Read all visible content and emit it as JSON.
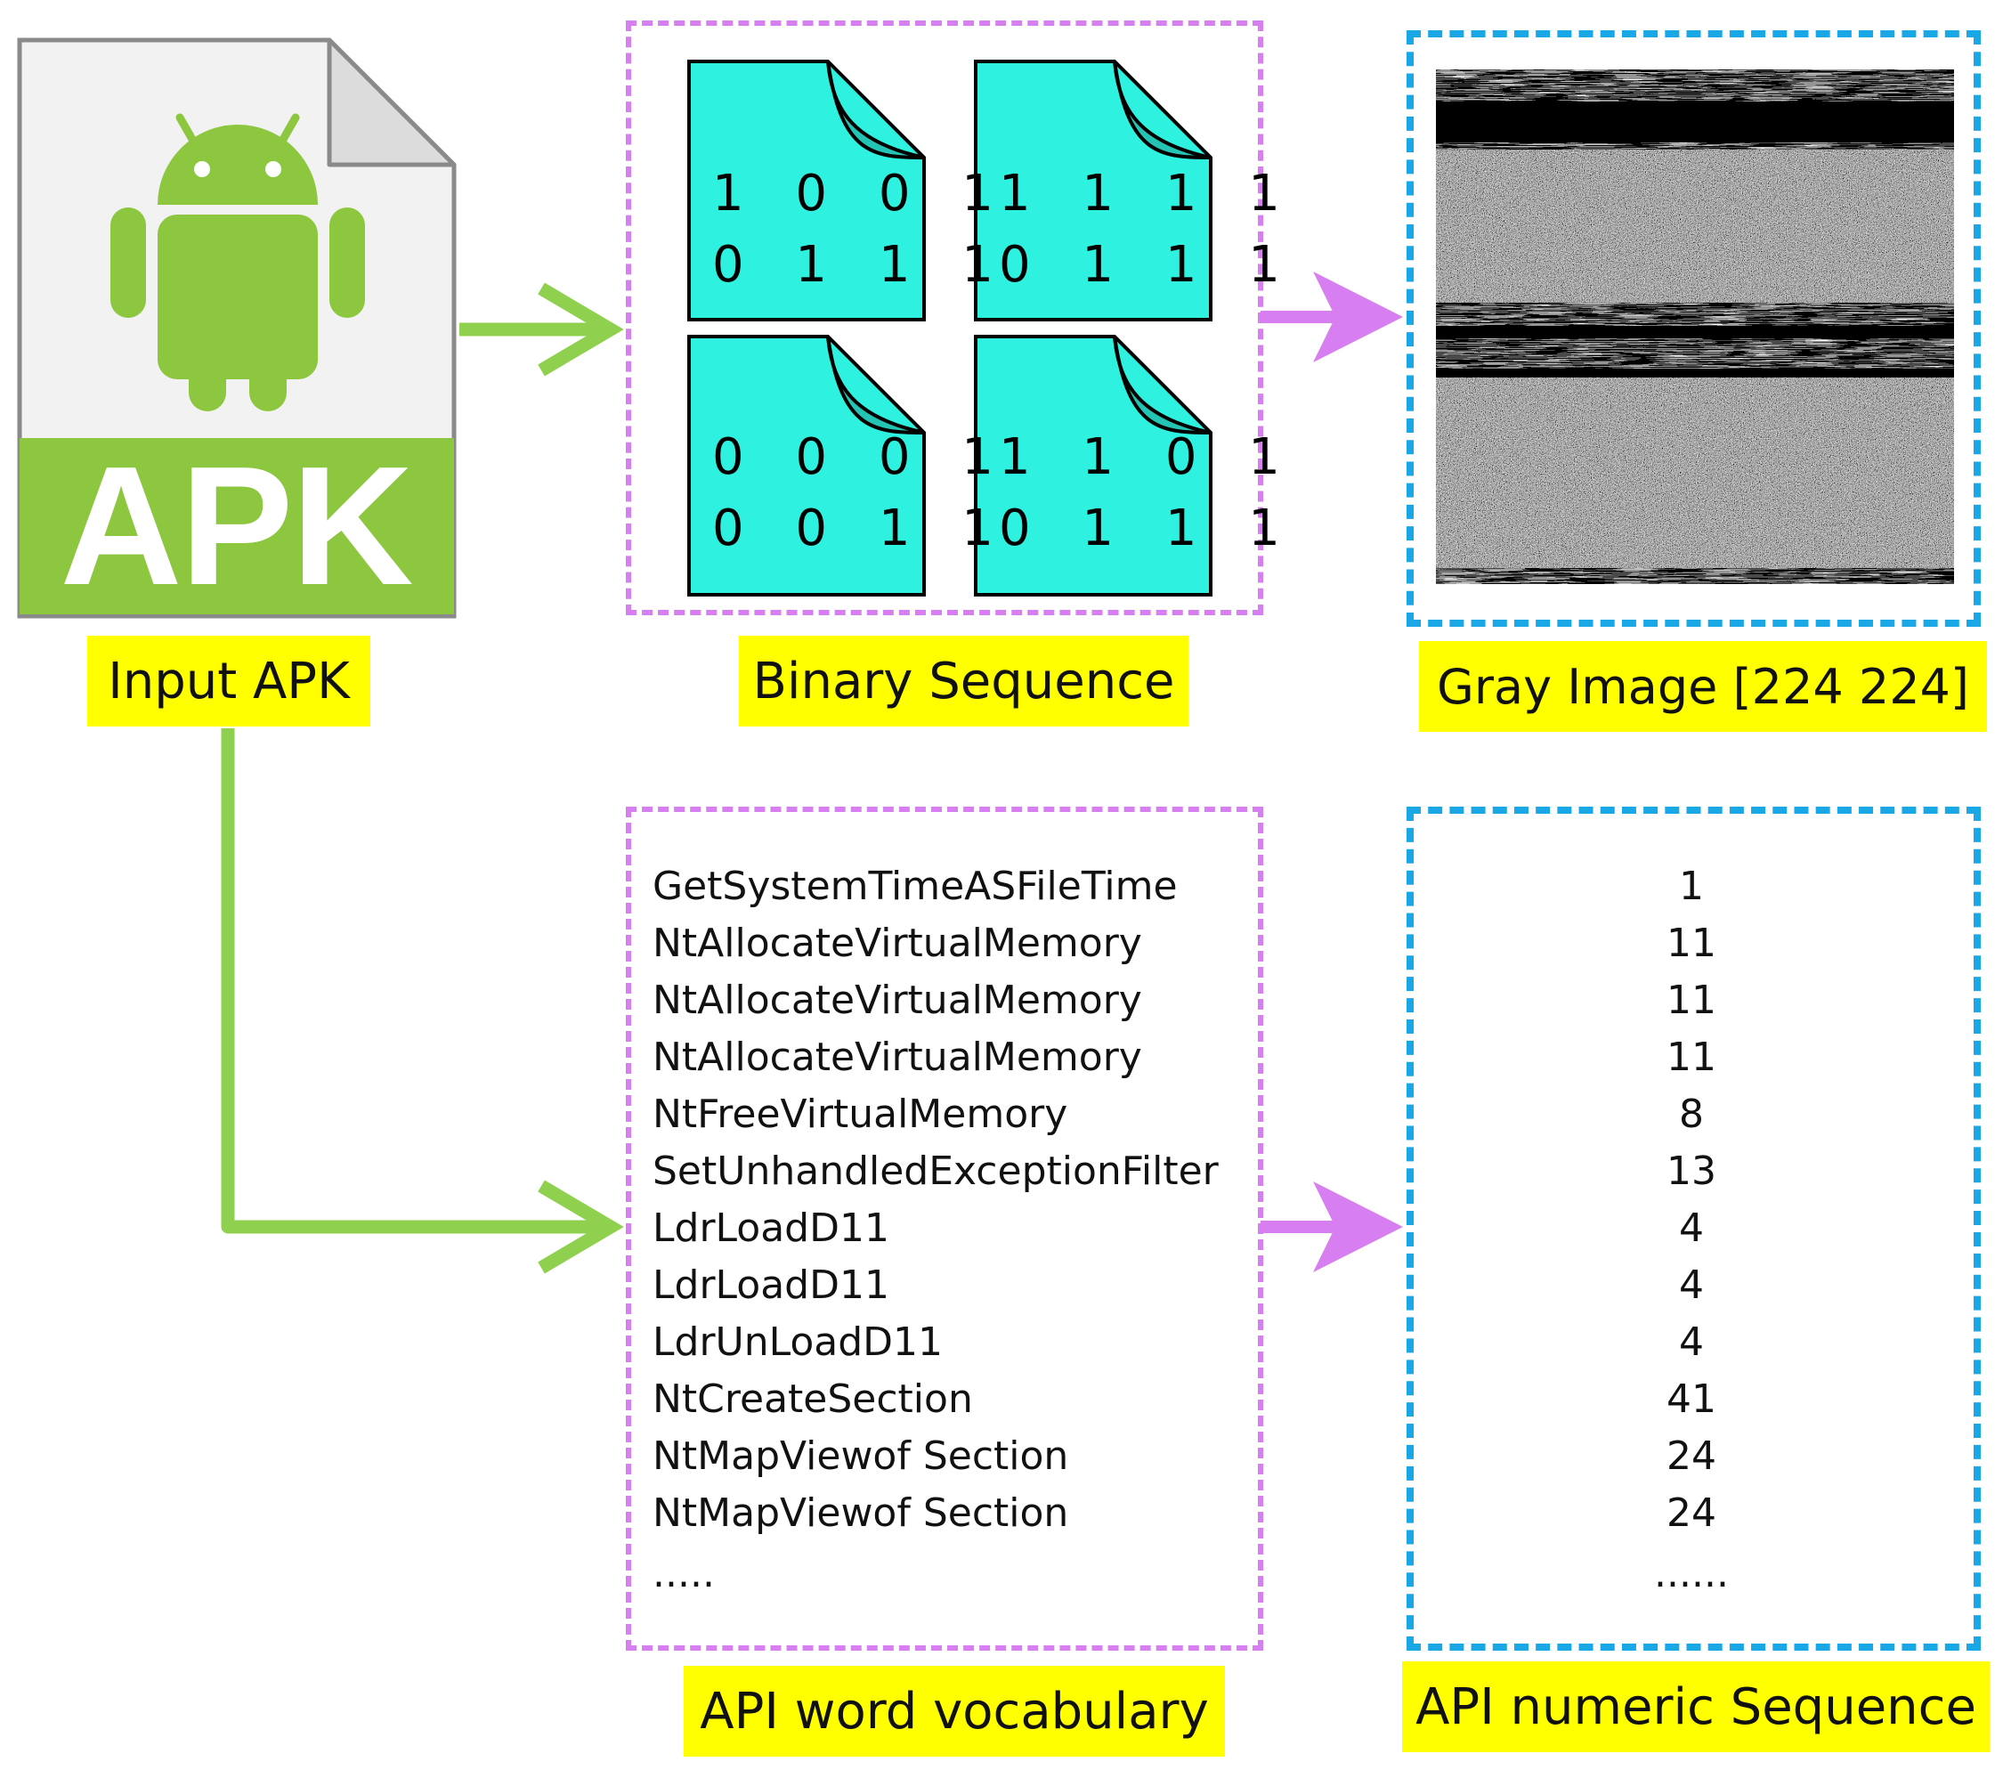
{
  "apk_icon": {
    "badge_text": "APK",
    "colors": {
      "android_green": "#8dc63f",
      "page": "#f2f2f2",
      "outline": "#8a8a8a"
    }
  },
  "labels": {
    "input_apk": "Input APK",
    "binary_sequence": "Binary Sequence",
    "gray_image": "Gray Image [224 224]",
    "api_vocabulary": "API word vocabulary",
    "api_numeric": "API numeric Sequence"
  },
  "binary_files": [
    {
      "line1": "1 0 0 1",
      "line2": "0 1 1 1"
    },
    {
      "line1": "1 1 1 1",
      "line2": "0 1 1 1"
    },
    {
      "line1": "0 0 0 1",
      "line2": "0 0 1 1"
    },
    {
      "line1": "1 1 0 1",
      "line2": "0 1 1 1"
    }
  ],
  "api_words": [
    "GetSystemTimeASFileTime",
    "NtAllocateVirtualMemory",
    "NtAllocateVirtualMemory",
    "NtAllocateVirtualMemory",
    "NtFreeVirtualMemory",
    "SetUnhandledExceptionFilter",
    "LdrLoadD11",
    "LdrLoadD11",
    "LdrUnLoadD11",
    "NtCreateSection",
    "NtMapViewof Section",
    "NtMapViewof Section",
    "....."
  ],
  "api_numbers": [
    "1",
    "11",
    "11",
    "11",
    "8",
    "13",
    "4",
    "4",
    "4",
    "41",
    "24",
    "24",
    "......"
  ],
  "colors": {
    "arrow_green": "#8fd14f",
    "arrow_pink": "#d77ef0",
    "box_pink": "#d77ef0",
    "box_blue": "#1aa7e6",
    "file_fill": "#2ef2df",
    "file_fold": "#23c4b4",
    "label_bg": "#ffff00"
  }
}
